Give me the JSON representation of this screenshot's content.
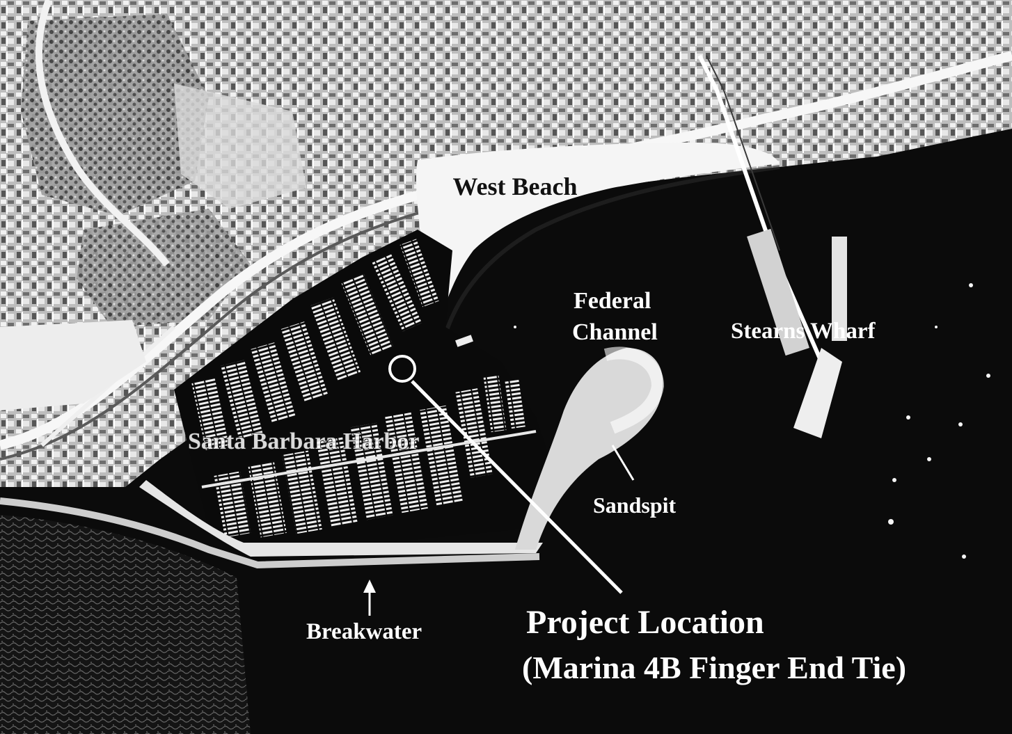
{
  "labels": {
    "west_beach": "West Beach",
    "federal_channel_line1": "Federal",
    "federal_channel_line2": "Channel",
    "stearns_wharf": "Stearns Wharf",
    "santa_barbara_harbor": "Santa Barbara Harbor",
    "sandspit": "Sandspit",
    "breakwater": "Breakwater",
    "project_location_line1": "Project Location",
    "project_location_line2": "(Marina 4B Finger End Tie)"
  },
  "colors": {
    "water": "#0b0b0b",
    "land": "#b9b9b9",
    "beach": "#f4f4f4",
    "text": "#ffffff"
  },
  "markers": {
    "project_marker": "project-location-circle"
  }
}
